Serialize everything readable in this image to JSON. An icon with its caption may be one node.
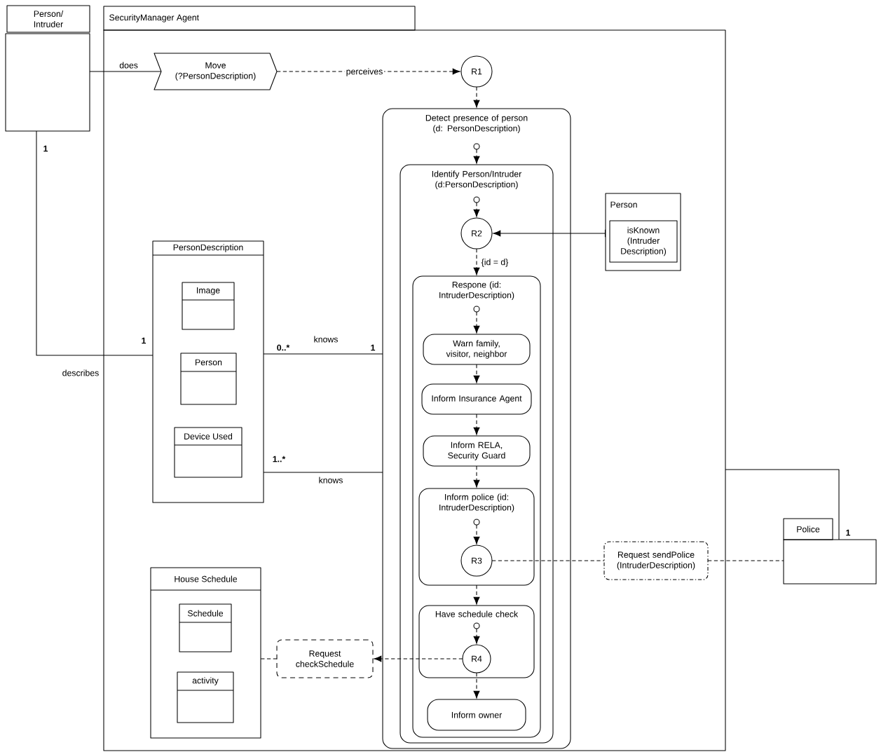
{
  "diagram": {
    "nodes": [
      {
        "text": [
          "Person/ Intruder"
        ]
      },
      {
        "text": [
          "SecurityManager Agent"
        ]
      },
      {
        "text": [
          "Move (?PersonDescription)"
        ],
        "in": 1
      },
      {
        "text": [
          "R1"
        ],
        "in": 1
      },
      {
        "text": [
          "Detect presence of person (d: PersonDescription)"
        ],
        "in": 1
      },
      {
        "text": [
          "Identify Person/Intruder (d:PersonDescription)"
        ],
        "in": 4
      },
      {
        "text": [
          "R2"
        ],
        "in": 5
      },
      {
        "text": [
          "Person"
        ],
        "in": 1
      },
      {
        "text": [
          "isKnown (Intruder Description)"
        ],
        "in": 7
      },
      {
        "text": [
          "PersonDescription"
        ],
        "in": 1
      },
      {
        "text": [
          "Image"
        ],
        "in": 9
      },
      {
        "text": [
          "Person"
        ],
        "in": 9
      },
      {
        "text": [
          "Device Used"
        ],
        "in": 9
      },
      {
        "text": [
          "Respone (id: IntruderDescription)"
        ],
        "in": 5
      },
      {
        "text": [
          "Warn family, visitor, neighbor"
        ],
        "in": 13
      },
      {
        "text": [
          "Inform Insurance Agent"
        ],
        "in": 13
      },
      {
        "text": [
          "Inform RELA, Security Guard"
        ],
        "in": 13
      },
      {
        "text": [
          "Inform police (id: IntruderDescription)"
        ],
        "in": 13
      },
      {
        "text": [
          "R3"
        ],
        "in": 17
      },
      {
        "text": [
          "Police"
        ]
      },
      {
        "text": [
          "Request sendPolice (IntruderDescription)"
        ],
        "in": 1
      },
      {
        "text": [
          "House Schedule"
        ],
        "in": 1
      },
      {
        "text": [
          "Schedule"
        ],
        "in": 21
      },
      {
        "text": [
          "activity"
        ],
        "in": 21
      },
      {
        "text": [
          "Have schedule check"
        ],
        "in": 13
      },
      {
        "text": [
          "R4"
        ],
        "in": 24
      },
      {
        "text": [
          "Request checkSchedule"
        ],
        "in": 1
      },
      {
        "text": [
          "Inform owner"
        ],
        "in": 13
      },
      {
        "text": [],
        "shape": "circle",
        "in": 4
      },
      {
        "text": [],
        "shape": "circle",
        "in": 5
      },
      {
        "text": [],
        "shape": "circle",
        "in": 13
      },
      {
        "text": [],
        "shape": "circle",
        "in": 17
      },
      {
        "text": [],
        "shape": "circle",
        "in": 24
      }
    ],
    "edges": [
      {
        "from": 0,
        "to": 2,
        "arrow": "none",
        "label": "does"
      },
      {
        "from": 2,
        "to": 3,
        "arrow": "to",
        "label": "perceives",
        "style": "dashed"
      },
      {
        "from": 3,
        "to": 4,
        "arrow": "to",
        "style": "dashed"
      },
      {
        "from": 28,
        "to": 5,
        "arrow": "to",
        "style": "dashed"
      },
      {
        "from": 29,
        "to": 6,
        "arrow": "to",
        "style": "dashed"
      },
      {
        "from": 7,
        "to": 6,
        "arrow": "to"
      },
      {
        "from": 6,
        "to": 13,
        "arrow": "to",
        "label": "{id = d}",
        "style": "dashed"
      },
      {
        "from": 30,
        "to": 14,
        "arrow": "to",
        "style": "dashed"
      },
      {
        "from": 14,
        "to": 15,
        "arrow": "to",
        "style": "dashed"
      },
      {
        "from": 15,
        "to": 16,
        "arrow": "to",
        "style": "dashed"
      },
      {
        "from": 16,
        "to": 17,
        "arrow": "to",
        "style": "dashed"
      },
      {
        "from": 31,
        "to": 18,
        "arrow": "to",
        "style": "dashed"
      },
      {
        "from": 17,
        "to": 24,
        "arrow": "to",
        "style": "dashed"
      },
      {
        "from": 32,
        "to": 25,
        "arrow": "to",
        "style": "dashed"
      },
      {
        "from": 25,
        "to": 27,
        "arrow": "to",
        "style": "dashed"
      },
      {
        "from": 18,
        "to": 20,
        "arrow": "none",
        "style": "dashed"
      },
      {
        "from": 20,
        "to": 19,
        "arrow": "none",
        "style": "dashed"
      },
      {
        "from": 25,
        "to": 26,
        "arrow": "to",
        "style": "dashed"
      },
      {
        "from": 26,
        "to": 21,
        "arrow": "none",
        "style": "dashed"
      },
      {
        "from": 0,
        "to": 9,
        "arrow": "none",
        "label": "describes"
      },
      {
        "from": 9,
        "to": 4,
        "arrow": "none",
        "label": "knows"
      },
      {
        "from": 9,
        "to": 4,
        "arrow": "none",
        "label": "knows"
      },
      {
        "from": 1,
        "to": 19,
        "arrow": "none"
      }
    ],
    "labels": [
      "1",
      "1",
      "0..*",
      "1",
      "1..*",
      "1"
    ]
  }
}
